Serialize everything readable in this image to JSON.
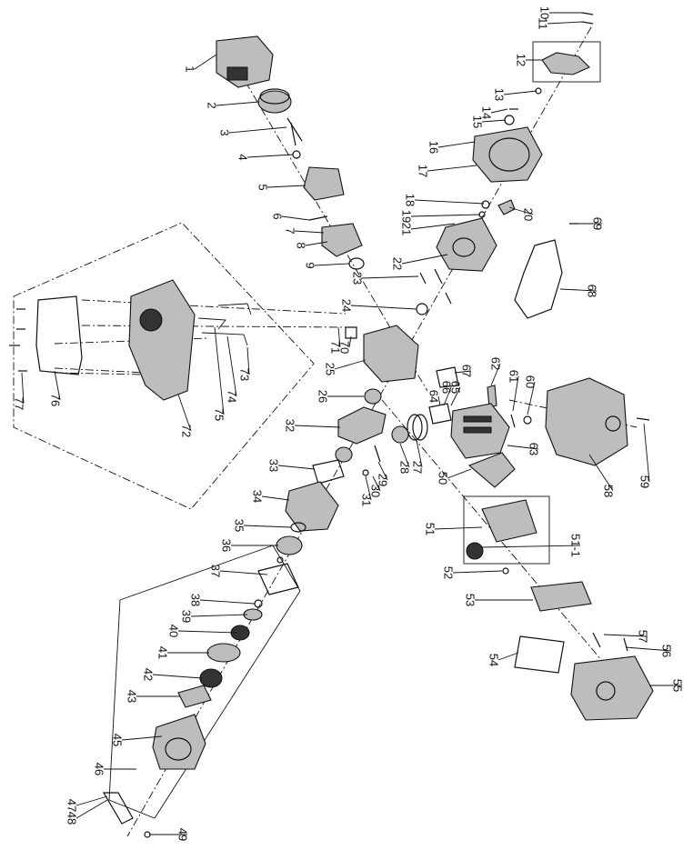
{
  "labels": [
    "1",
    "2",
    "3",
    "4",
    "5",
    "6",
    "7",
    "8",
    "9",
    "10",
    "11",
    "12",
    "13",
    "14",
    "15",
    "16",
    "17",
    "18",
    "19",
    "20",
    "21",
    "22",
    "23",
    "24",
    "25",
    "26",
    "27",
    "28",
    "29",
    "30",
    "31",
    "32",
    "33",
    "34",
    "35",
    "36",
    "37",
    "38",
    "39",
    "40",
    "41",
    "42",
    "43",
    "45",
    "46",
    "47",
    "48",
    "49",
    "50",
    "51",
    "51-1",
    "52",
    "53",
    "54",
    "55",
    "56",
    "57",
    "58",
    "59",
    "60",
    "61",
    "62",
    "63",
    "64",
    "65",
    "66",
    "67",
    "68",
    "69",
    "70",
    "71",
    "72",
    "73",
    "74",
    "75",
    "76",
    "77"
  ]
}
